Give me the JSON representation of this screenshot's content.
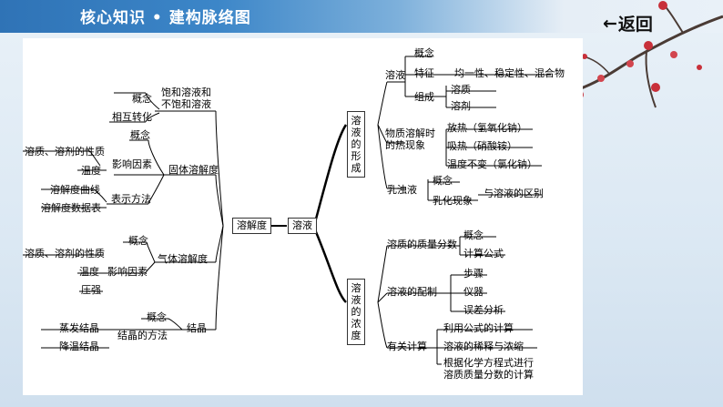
{
  "header": {
    "title": "核心知识 • 建构脉络图",
    "back_label": "返回",
    "back_icon": "left-arrow-icon"
  },
  "diagram": {
    "center": "溶液",
    "left": {
      "root": "溶解度",
      "saturation": {
        "title": "饱和溶液和\n不饱和溶液",
        "concept": "概念",
        "conversion": "相互转化"
      },
      "solid": {
        "title": "固体溶解度",
        "concept": "概念",
        "factors": "影响因素",
        "factor_items": [
          "溶质、溶剂的性质",
          "温度"
        ],
        "methods": "表示方法",
        "method_items": [
          "溶解度曲线",
          "溶解度数据表"
        ]
      },
      "gas": {
        "title": "气体溶解度",
        "concept": "概念",
        "factors": "影响因素",
        "factor_items": [
          "溶质、溶剂的性质",
          "温度",
          "压强"
        ]
      },
      "crystal": {
        "title": "结晶",
        "concept": "概念",
        "methods": "结晶的方法",
        "method_items": [
          "蒸发结晶",
          "降温结晶"
        ]
      }
    },
    "right": {
      "formation": {
        "title": "溶液的形成",
        "solution": "溶液",
        "concept": "概念",
        "feature": "特征",
        "feature_value": "均一性、稳定性、混合物",
        "composition": "组成",
        "composition_items": [
          "溶质",
          "溶剂"
        ],
        "thermal": "物质溶解时\n的热现象",
        "thermal_items": [
          "放热（氢氧化钠）",
          "吸热（硝酸铵）",
          "温度不变（氯化钠）"
        ],
        "emulsion": "乳浊液",
        "emulsion_concept": "概念",
        "emulsification": "乳化现象",
        "difference": "与溶液的区别"
      },
      "concentration": {
        "title": "溶液的浓度",
        "mass_fraction": "溶质的质量分数",
        "mf_items": [
          "概念",
          "计算公式"
        ],
        "preparation": "溶液的配制",
        "prep_items": [
          "步骤",
          "仪器",
          "误差分析"
        ],
        "calculation": "有关计算",
        "calc_items": [
          "利用公式的计算",
          "溶液的稀释与浓缩",
          "根据化学方程式进行\n溶质质量分数的计算"
        ]
      }
    }
  }
}
